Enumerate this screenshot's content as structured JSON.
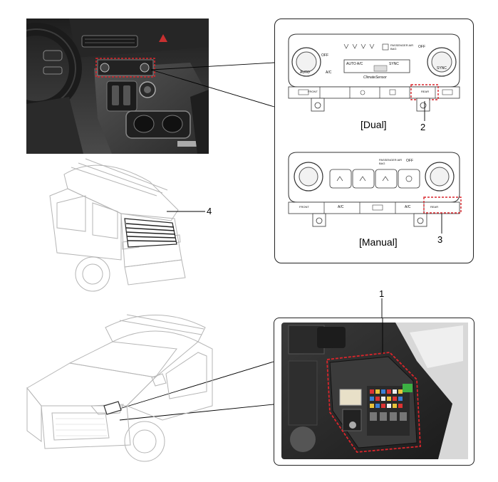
{
  "labels": {
    "callout_1": "1",
    "callout_2": "2",
    "callout_3": "3",
    "callout_4": "4"
  },
  "captions": {
    "dual": "[Dual]",
    "manual": "[Manual]"
  },
  "panel_text": {
    "dual_off": "OFF",
    "dual_auto": "AUTO",
    "dual_ac": "A/C",
    "dual_display_auto": "AUTO A/C",
    "dual_display_sync": "SYNC",
    "dual_sync": "SYNC",
    "dual_front": "FRONT",
    "dual_rear": "REAR",
    "dual_brand": "ClimateSensor",
    "dual_airbag": "PASSENGER AIR BAG",
    "dual_airbag_off": "OFF",
    "manual_airbag": "PASSENGER AIR BAG",
    "manual_airbag_off": "OFF",
    "manual_front": "FRONT",
    "manual_ac": "A/C",
    "manual_rear": "REAR",
    "manual_ac2": "A/C"
  },
  "colors": {
    "highlight": "#d9252b",
    "line": "#000000",
    "photo_dark": "#2b2b2b",
    "photo_mid": "#6e6e6e",
    "outline_grey": "#b5b5b5"
  }
}
